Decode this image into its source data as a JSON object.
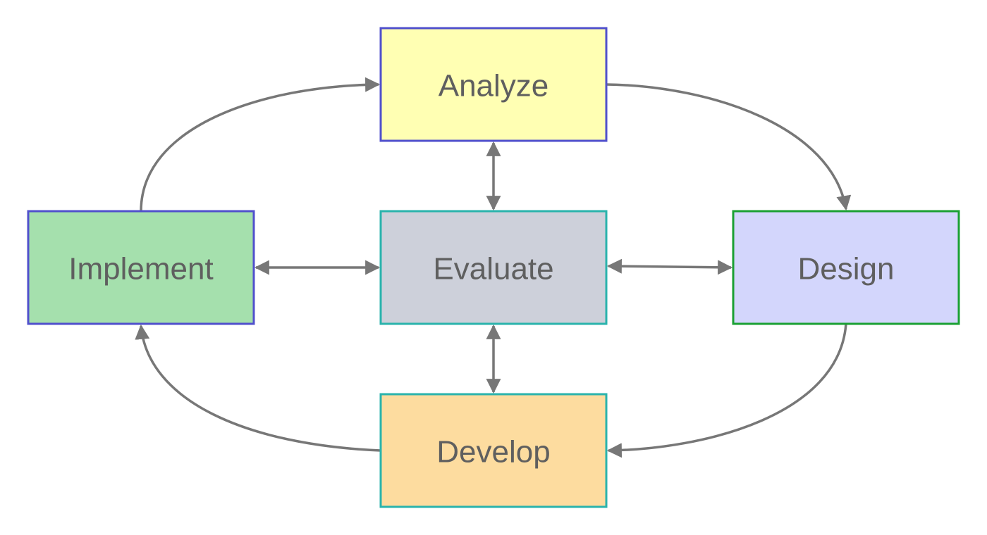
{
  "nodes": {
    "analyze": {
      "label": "Analyze",
      "fill": "#ffffb3",
      "border": "#5050cc"
    },
    "design": {
      "label": "Design",
      "fill": "#d3d6fc",
      "border": "#1aa033"
    },
    "develop": {
      "label": "Develop",
      "fill": "#fddc9f",
      "border": "#2ab3ac"
    },
    "implement": {
      "label": "Implement",
      "fill": "#a5e0ad",
      "border": "#5050cc"
    },
    "evaluate": {
      "label": "Evaluate",
      "fill": "#cdd0da",
      "border": "#2ab3ac"
    }
  },
  "edges": [
    {
      "from": "analyze",
      "to": "design",
      "direction": "one-way"
    },
    {
      "from": "design",
      "to": "develop",
      "direction": "one-way"
    },
    {
      "from": "develop",
      "to": "implement",
      "direction": "one-way"
    },
    {
      "from": "implement",
      "to": "analyze",
      "direction": "one-way"
    },
    {
      "from": "evaluate",
      "to": "analyze",
      "direction": "two-way"
    },
    {
      "from": "evaluate",
      "to": "design",
      "direction": "two-way"
    },
    {
      "from": "evaluate",
      "to": "develop",
      "direction": "two-way"
    },
    {
      "from": "evaluate",
      "to": "implement",
      "direction": "two-way"
    }
  ],
  "colors": {
    "edge": "#777777",
    "label": "#5f5f5f"
  }
}
